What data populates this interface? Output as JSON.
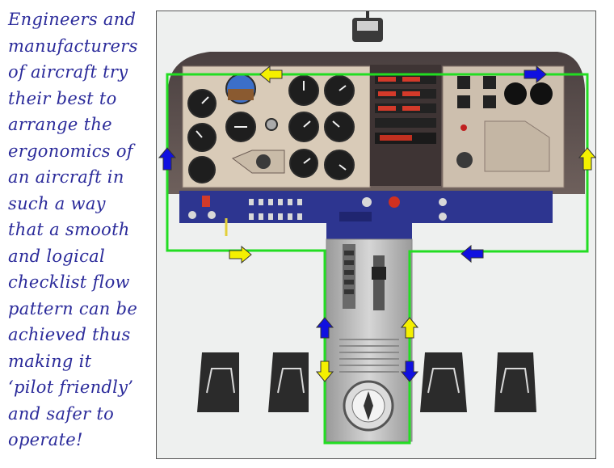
{
  "caption": {
    "lines": [
      "Engineers and",
      "manufacturers",
      "of aircraft try",
      "their best to",
      "arrange the",
      "ergonomics of",
      "an aircraft in",
      "such a way",
      "that a smooth",
      "and logical",
      "checklist flow",
      "pattern can be",
      "achieved thus",
      "making it",
      "‘pilot friendly’",
      "and safer to",
      "operate!"
    ]
  },
  "colors": {
    "flow_path": "#22dd22",
    "arrow_blue": "#1010e0",
    "arrow_yellow": "#f4f000",
    "caption_text": "#2a2a9a",
    "panel_body": "#7b6b66",
    "instrument_face": "#d8c9b5",
    "lower_panel": "#2d3590",
    "pedestal": "#bfbfbf"
  },
  "icons": [
    "compass-icon",
    "yoke-icon",
    "rudder-pedal-icon",
    "throttle-icon"
  ]
}
